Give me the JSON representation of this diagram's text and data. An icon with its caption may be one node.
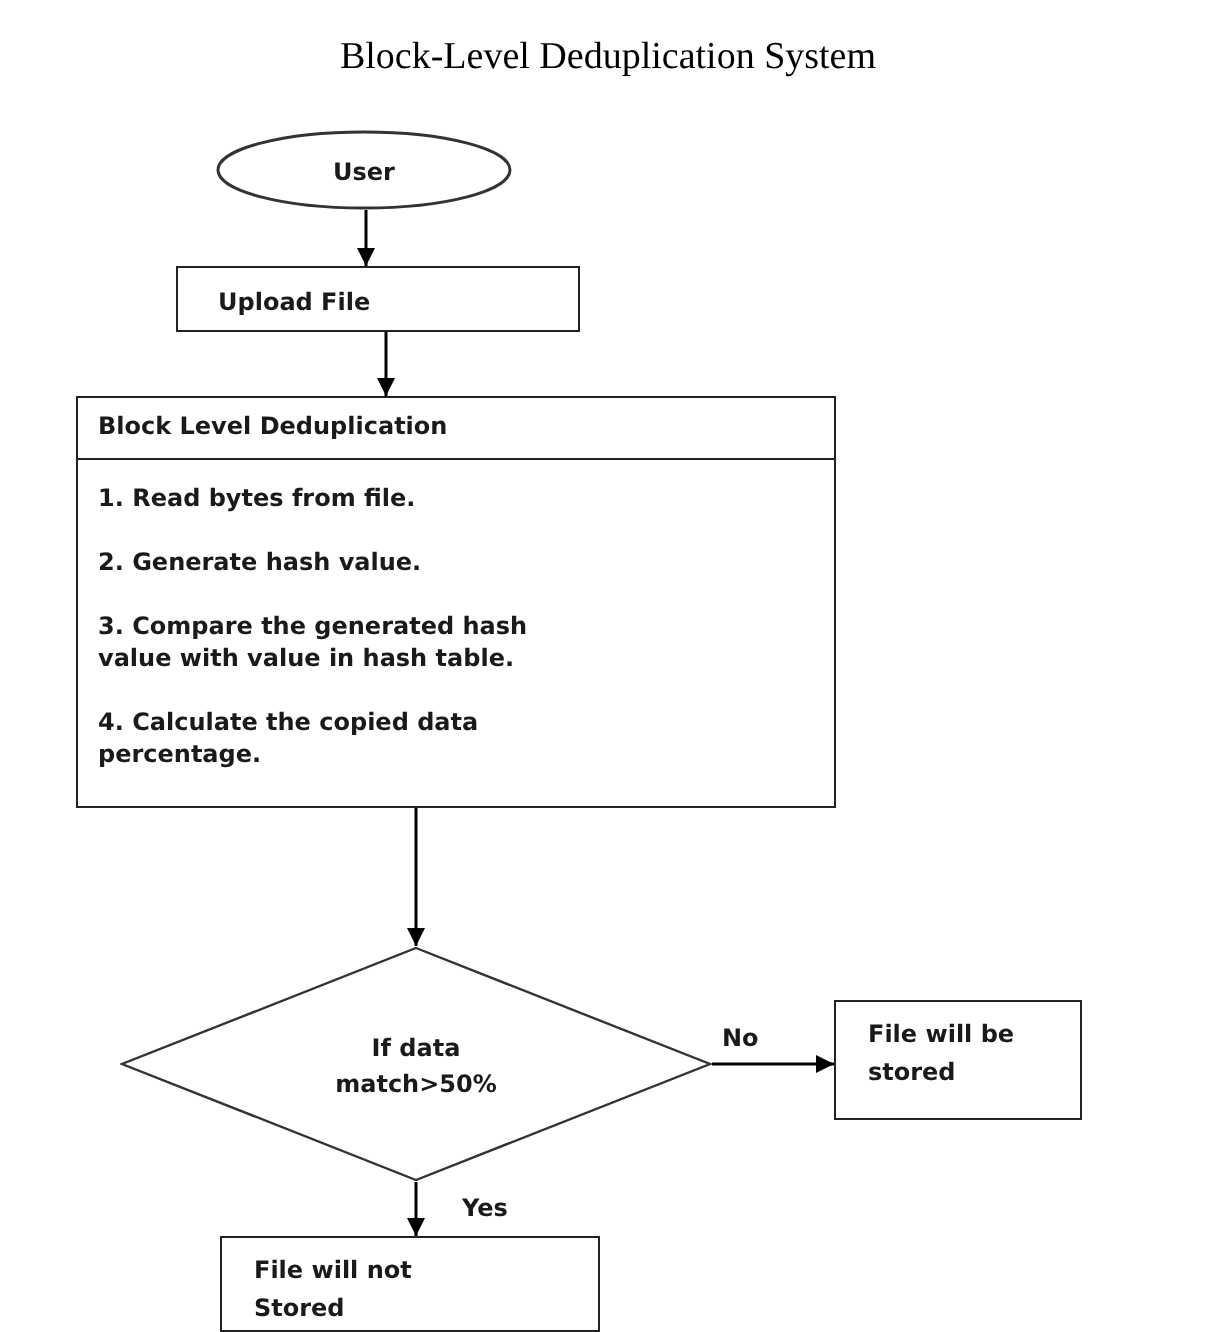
{
  "diagram": {
    "title": "Block-Level Deduplication System",
    "nodes": [
      {
        "text": [
          "User"
        ]
      },
      {
        "text": [
          "Upload File"
        ]
      },
      {
        "text": [
          "Block Level Deduplication",
          "1. Read bytes from file.",
          "2. Generate hash value.",
          "3. Compare the generated hash value with value in hash table.",
          "4. Calculate the copied data percentage."
        ]
      },
      {
        "text": [
          "If data match>50%"
        ]
      },
      {
        "text": [
          "File will be stored"
        ]
      },
      {
        "text": [
          "File will not Stored"
        ]
      }
    ],
    "edges": [
      {
        "from": 0,
        "to": 1,
        "arrow": "to"
      },
      {
        "from": 1,
        "to": 2,
        "arrow": "to"
      },
      {
        "from": 2,
        "to": 3,
        "arrow": "to"
      },
      {
        "from": 3,
        "to": 4,
        "arrow": "to",
        "label": "No"
      },
      {
        "from": 3,
        "to": 5,
        "arrow": "to",
        "label": "Yes"
      }
    ]
  }
}
